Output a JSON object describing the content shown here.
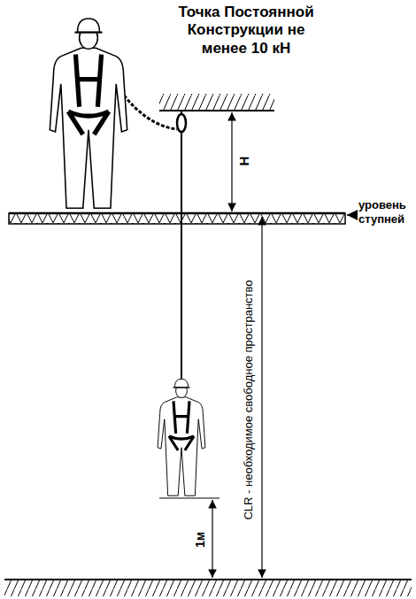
{
  "diagram": {
    "labels": [
      "Точка Постоянной Конструкции не менее 10 кН",
      "H",
      "уровень ступней",
      "1м",
      "CLR - необходимое свободное пространство"
    ]
  }
}
